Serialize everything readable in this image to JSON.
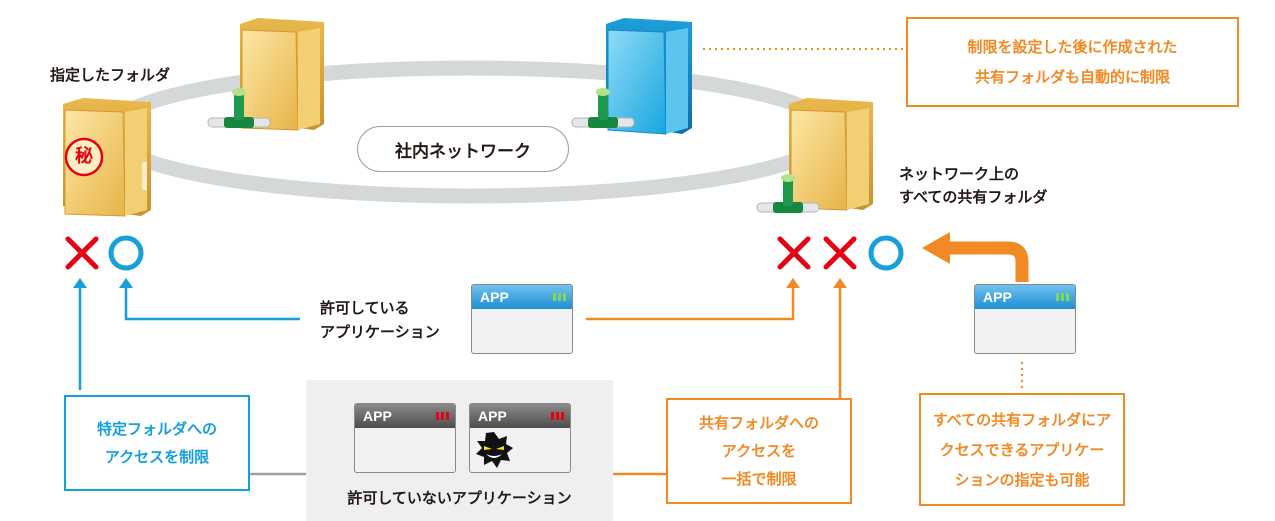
{
  "network_label": "社内ネットワーク",
  "labels": {
    "specified_folder": "指定したフォルダ",
    "network_folders": [
      "ネットワーク上の",
      "すべての共有フォルダ"
    ],
    "allowed_app": [
      "許可している",
      "アプリケーション"
    ],
    "disallowed_app": "許可していないアプリケーション"
  },
  "callouts": {
    "auto_restrict": [
      "制限を設定した後に作成された",
      "共有フォルダも自動的に制限"
    ],
    "specific_folder_access": [
      "特定フォルダへの",
      "アクセスを制限"
    ],
    "shared_folder_bulk": [
      "共有フォルダへの",
      "アクセスを",
      "一括で制限"
    ],
    "app_all_access": [
      "すべての共有フォルダにア",
      "クセスできるアプリケー",
      "ションの指定も可能"
    ]
  },
  "secret_stamp": "秘",
  "app_label": "APP",
  "colors": {
    "blue": "#16a0db",
    "orange": "#f08a24",
    "red": "#e60012",
    "gray": "#efefef"
  }
}
